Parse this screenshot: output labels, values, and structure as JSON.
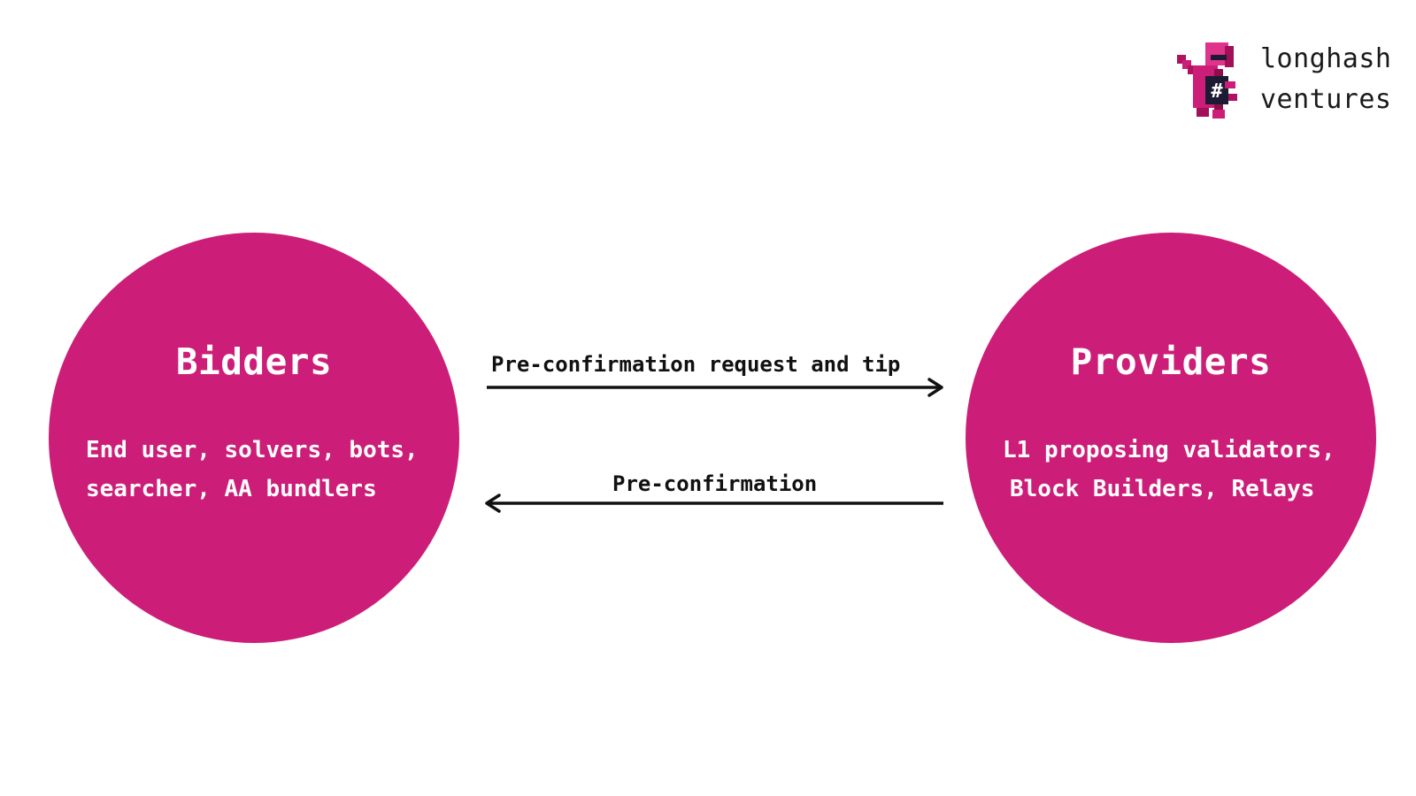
{
  "colors": {
    "node_fill": "#CC1E78",
    "node_text": "#FFFFFF",
    "arrow": "#111111",
    "logo_dark": "#1B1B33"
  },
  "logo": {
    "icon": "pixel-dinosaur-hash-icon",
    "line1": "longhash",
    "line2": "ventures"
  },
  "nodes": {
    "bidders": {
      "title": "Bidders",
      "desc_line1": "End user, solvers, bots,",
      "desc_line2": "searcher, AA bundlers"
    },
    "providers": {
      "title": "Providers",
      "desc_line1": "L1 proposing validators,",
      "desc_line2": "Block Builders, Relays"
    }
  },
  "edges": {
    "request": {
      "label": "Pre-confirmation request and tip",
      "from": "bidders",
      "to": "providers"
    },
    "response": {
      "label": "Pre-confirmation",
      "from": "providers",
      "to": "bidders"
    }
  }
}
